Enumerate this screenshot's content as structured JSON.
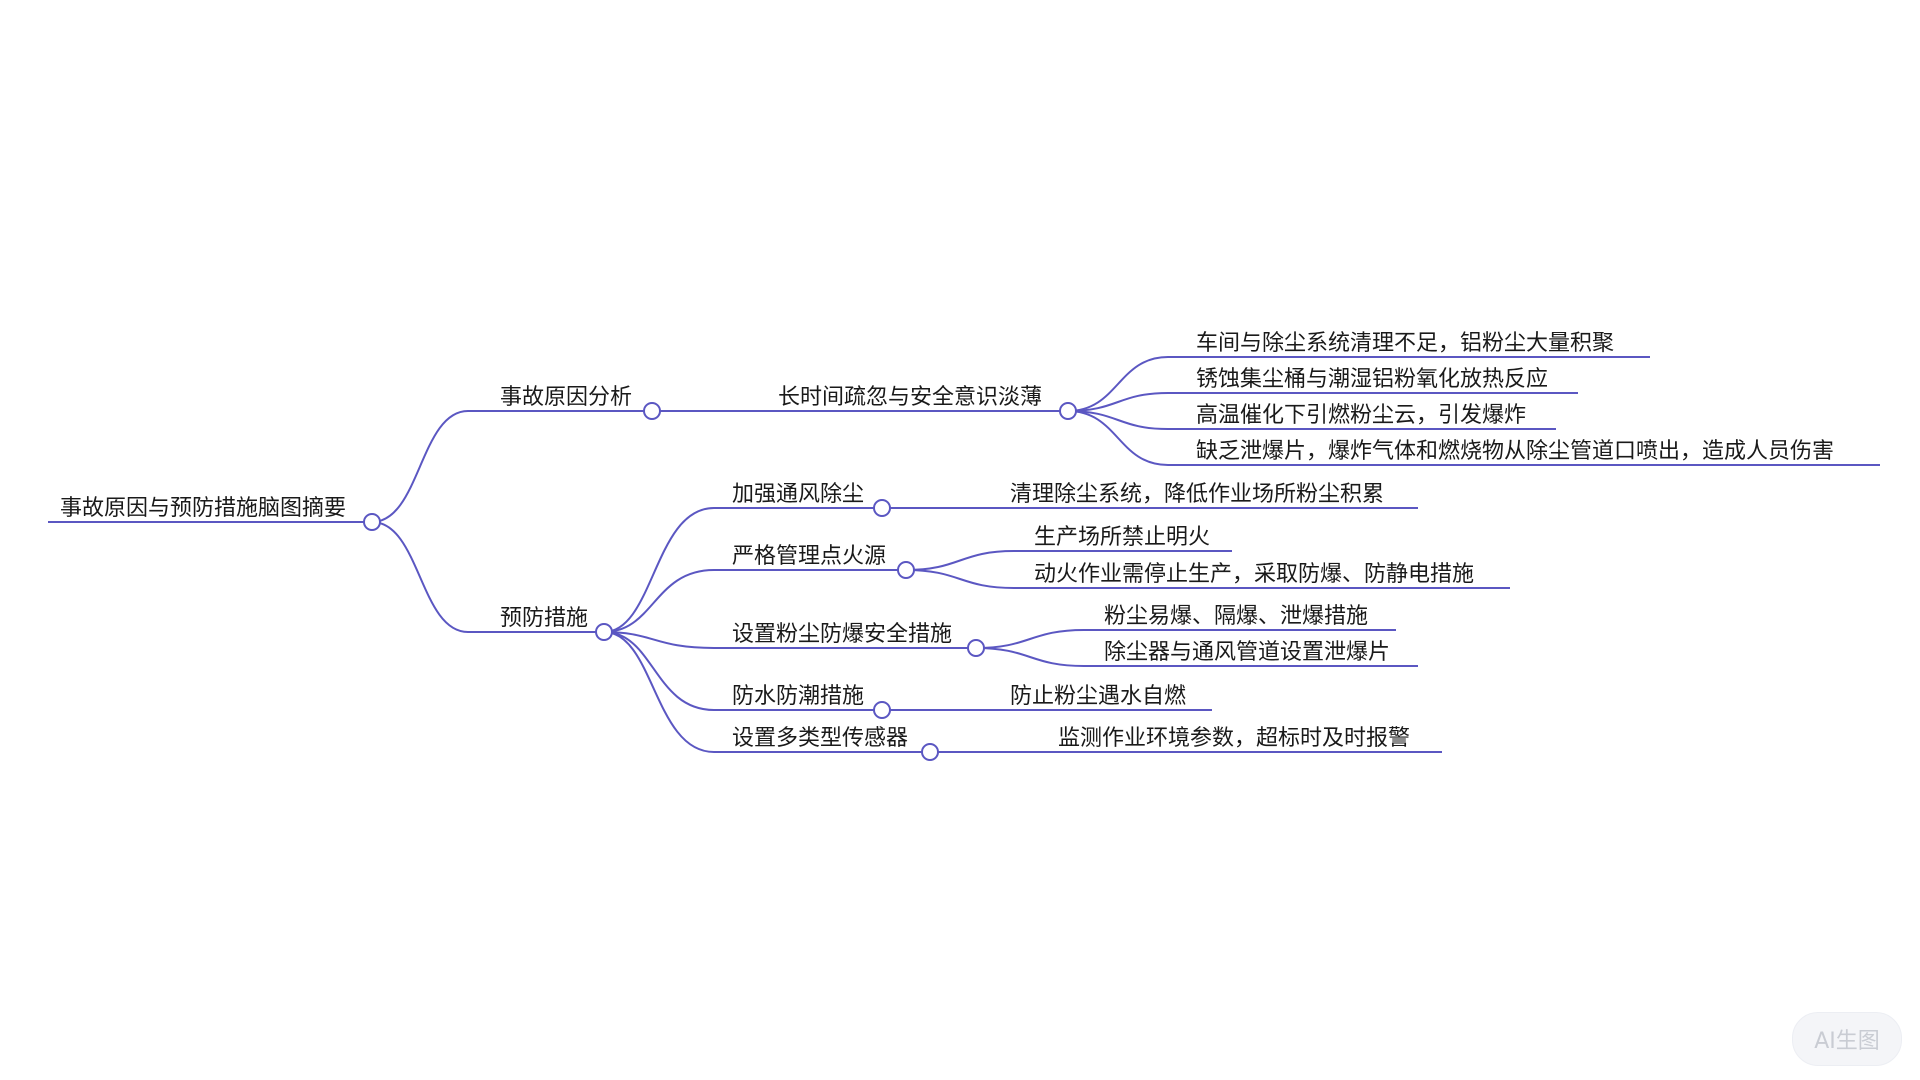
{
  "root": {
    "label": "事故原因与预防措施脑图摘要"
  },
  "branches": [
    {
      "label": "事故原因分析",
      "children": [
        {
          "label": "长时间疏忽与安全意识淡薄",
          "children": [
            "车间与除尘系统清理不足，铝粉尘大量积聚",
            "锈蚀集尘桶与潮湿铝粉氧化放热反应",
            "高温催化下引燃粉尘云，引发爆炸",
            "缺乏泄爆片，爆炸气体和燃烧物从除尘管道口喷出，造成人员伤害"
          ]
        }
      ]
    },
    {
      "label": "预防措施",
      "children": [
        {
          "label": "加强通风除尘",
          "children": [
            "清理除尘系统，降低作业场所粉尘积累"
          ]
        },
        {
          "label": "严格管理点火源",
          "children": [
            "生产场所禁止明火",
            "动火作业需停止生产，采取防爆、防静电措施"
          ]
        },
        {
          "label": "设置粉尘防爆安全措施",
          "children": [
            "粉尘易爆、隔爆、泄爆措施",
            "除尘器与通风管道设置泄爆片"
          ]
        },
        {
          "label": "防水防潮措施",
          "children": [
            "防止粉尘遇水自燃"
          ]
        },
        {
          "label": "设置多类型传感器",
          "children": [
            "监测作业环境参数，超标时及时报警"
          ]
        }
      ]
    }
  ],
  "ai_button": {
    "label": "AI生图"
  },
  "colors": {
    "edge": "#5b57c2",
    "text": "#1a1a1a",
    "background": "#ffffff"
  }
}
